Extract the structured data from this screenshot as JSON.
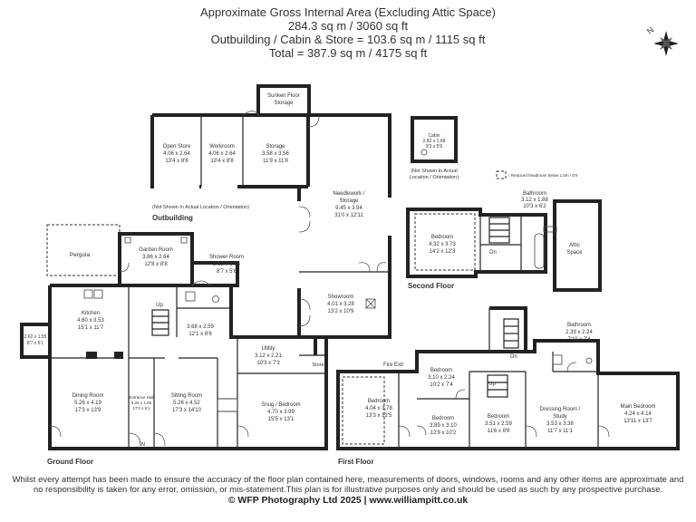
{
  "header": {
    "line1": "Approximate Gross Internal Area (Excluding Attic Space)",
    "line2": "284.3 sq m / 3060 sq ft",
    "line3": "Outbuilding / Cabin & Store = 103.6 sq m / 1115 sq ft",
    "line4": "Total = 387.9 sq m / 4175 sq ft"
  },
  "compass_letter": "N",
  "outbuilding": {
    "title": "Outbuilding",
    "note": "(Not Shown In Actual Location / Orientation)",
    "rooms": {
      "sunken": [
        "Sunken Floor",
        "Storage"
      ],
      "open_store": [
        "Open Store",
        "4.06 x 2.64",
        "13'4 x 8'8"
      ],
      "workroom": [
        "Workroom",
        "4.06 x 2.64",
        "13'4 x 8'8"
      ],
      "storage": [
        "Storage",
        "3.58 x 3.56",
        "11'9 x 11'8"
      ],
      "needlework": [
        "Needlework /",
        "Storage",
        "9.45 x 3.94",
        "31'0 x 12'11"
      ],
      "showroom": [
        "Showroom",
        "4.01 x 3.28",
        "13'2 x 10'9"
      ]
    }
  },
  "cabin": {
    "room": [
      "Cabin",
      "2.82 x 1.68",
      "9'3 x 5'6"
    ],
    "note": [
      "(Not Shown In Actual",
      "Location / Orientation)"
    ]
  },
  "legend_reduced_headroom": "= Reduced headroom below 1.5m / 5'0",
  "second_floor": {
    "title": "Second Floor",
    "rooms": {
      "bedroom": [
        "Bedroom",
        "4.32 x 3.73",
        "14'2 x 12'3"
      ],
      "bathroom": [
        "Bathroom",
        "3.12 x 1.88",
        "10'3 x 6'2"
      ],
      "attic": [
        "Attic",
        "Space"
      ],
      "dn": "Dn"
    }
  },
  "ground_floor": {
    "title": "Ground Floor",
    "pergola": "Pergola",
    "rooms": {
      "garden_room": [
        "Garden Room",
        "3.86 x 2.64",
        "12'8 x 8'8"
      ],
      "shower_room": [
        "Shower Room",
        "2.62 x 1.68",
        "8'7 x 5'6"
      ],
      "kitchen": [
        "Kitchen",
        "4.60 x 3.53",
        "15'1 x 11'7"
      ],
      "small": [
        "2.62 x 1.55",
        "8'7 x 5'1"
      ],
      "utility_room": [
        "3.68 x 2.59",
        "12'1 x 8'6"
      ],
      "up": "Up",
      "utility": [
        "Utility",
        "3.12 x 2.21",
        "10'3 x 7'3"
      ],
      "store": "Store",
      "dining": [
        "Dining Room",
        "5.26 x 4.19",
        "17'3 x 13'9"
      ],
      "entrance": [
        "Entrance Hall",
        "5.26 x 1.85",
        "17'3 x 6'1"
      ],
      "sitting": [
        "Sitting Room",
        "5.26 x 4.52",
        "17'3 x 14'10"
      ],
      "snug": [
        "Snug / Bedroom",
        "4.70 x 3.99",
        "15'5 x 13'1"
      ],
      "in": "IN"
    }
  },
  "first_floor": {
    "title": "First Floor",
    "rooms": {
      "fire_exit": "Fire Exit",
      "bedroom1": [
        "Bedroom",
        "4.04 x 3.78",
        "13'3 x 12'5"
      ],
      "bedroom2": [
        "Bedroom",
        "3.10 x 2.24",
        "10'2 x 7'4"
      ],
      "bedroom3": [
        "Bedroom",
        "3.89 x 3.10",
        "12'9 x 10'2"
      ],
      "bedroom4": [
        "Bedroom",
        "3.51 x 2.59",
        "11'6 x 8'6"
      ],
      "dressing": [
        "Dressing Room /",
        "Study",
        "3.53 x 3.38",
        "11'7 x 11'1"
      ],
      "bathroom": [
        "Bathroom",
        "2.39 x 2.24",
        "7'10 x 7'4"
      ],
      "main_bed": [
        "Main Bedroom",
        "4.24 x 4.14",
        "13'11 x 13'7"
      ],
      "dn": "Dn",
      "up": "Up"
    }
  },
  "footer": {
    "line1": "Whilst every attempt has been made to ensure the accuracy of the floor plan contained here, measurements of doors, windows, rooms and any other items are approximate and",
    "line2": "no responsibility is taken for any error, omission, or mis-statement.This plan is for illustrative purposes only and should be used as such by any prospective purchase.",
    "line3": "© WFP Photography Ltd 2025 | www.williampitt.co.uk"
  }
}
